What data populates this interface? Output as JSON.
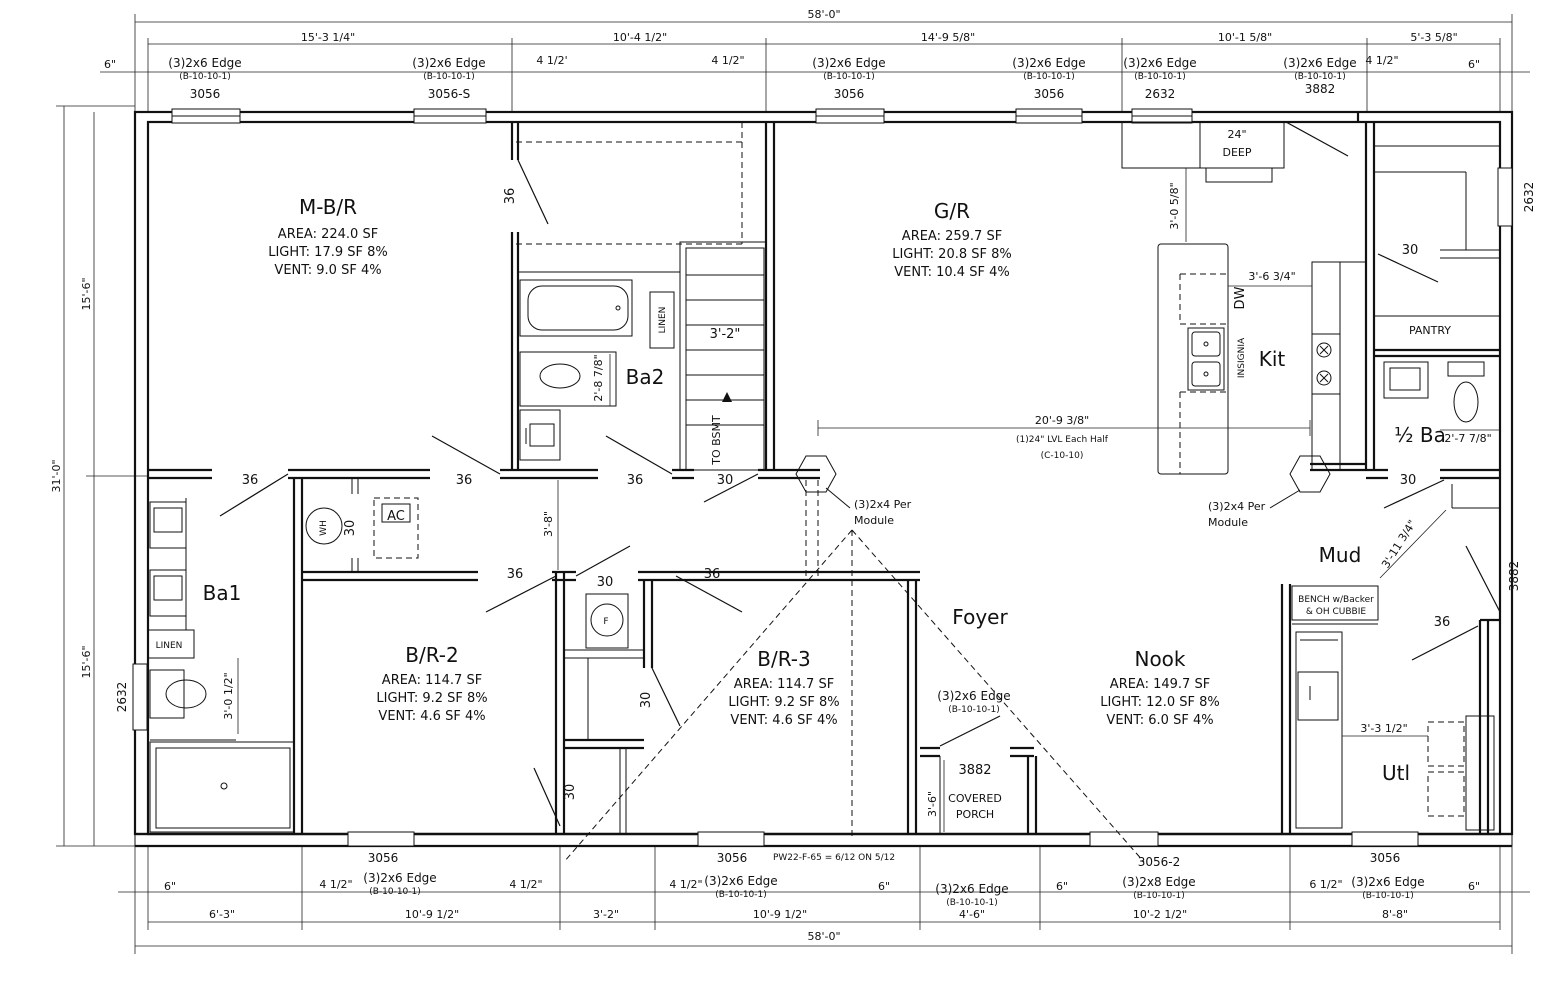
{
  "overall": {
    "width_top": "58'-0\"",
    "width_bottom": "58'-0\"",
    "depth": "31'-0\"",
    "depth_upper": "15'-6\"",
    "depth_lower": "15'-6\""
  },
  "top_dims": {
    "seg1": "15'-3 1/4\"",
    "seg2": "10'-4 1/2\"",
    "seg3": "14'-9 5/8\"",
    "seg4": "10'-1 5/8\"",
    "seg5": "5'-3 5/8\"",
    "off_left": "6\"",
    "off_a": "4 1/2'",
    "off_b": "4 1/2\"",
    "off_c": "4 1/2\"",
    "off_right": "6\""
  },
  "bottom_dims": {
    "seg1": "6'-3\"",
    "seg2": "10'-9 1/2\"",
    "seg3": "3'-2\"",
    "seg4": "10'-9 1/2\"",
    "seg5": "4'-6\"",
    "seg6": "10'-2 1/2\"",
    "seg7": "8'-8\"",
    "o1": "6\"",
    "o2": "4 1/2\"",
    "o3": "4 1/2\"",
    "o4": "4 1/2\"",
    "o5": "6\"",
    "o6": "6\"",
    "o7": "6 1/2\"",
    "o8": "6\""
  },
  "headers": {
    "edge_2x6": "(3)2x6 Edge",
    "edge_2x8": "(3)2x8 Edge",
    "callout": "(B-10-10-1)"
  },
  "windows": {
    "w3056": "3056",
    "w3056s": "3056-S",
    "w3056_2": "3056-2",
    "w2632": "2632",
    "w3882": "3882"
  },
  "rooms": {
    "mbr": {
      "name": "M-B/R",
      "area": "AREA:  224.0 SF",
      "light": "LIGHT: 17.9 SF 8%",
      "vent": "VENT:  9.0 SF 4%"
    },
    "gr": {
      "name": "G/R",
      "area": "AREA:  259.7 SF",
      "light": "LIGHT: 20.8 SF 8%",
      "vent": "VENT:  10.4 SF 4%"
    },
    "br2": {
      "name": "B/R-2",
      "area": "AREA:  114.7 SF",
      "light": "LIGHT: 9.2 SF 8%",
      "vent": "VENT:  4.6 SF 4%"
    },
    "br3": {
      "name": "B/R-3",
      "area": "AREA:  114.7 SF",
      "light": "LIGHT: 9.2 SF 8%",
      "vent": "VENT:  4.6 SF 4%"
    },
    "nook": {
      "name": "Nook",
      "area": "AREA:  149.7 SF",
      "light": "LIGHT: 12.0 SF 8%",
      "vent": "VENT:  6.0 SF 4%"
    },
    "ba1": "Ba1",
    "ba2": "Ba2",
    "kit": "Kit",
    "half_ba": "½ Ba",
    "mud": "Mud",
    "utl": "Utl",
    "foyer": "Foyer"
  },
  "labels": {
    "linen": "LINEN",
    "pantry": "PANTRY",
    "deep_24": "24\"",
    "deep_word": "DEEP",
    "dw": "DW",
    "insignia": "INSIGNIA",
    "wh": "WH",
    "ac": "AC",
    "to_bsmt": "TO BSMT",
    "covered": "COVERED",
    "porch": "PORCH",
    "bench1": "BENCH w/Backer",
    "bench2": "& OH CUBBIE",
    "per_module_a": "(3)2x4 Per",
    "per_module_b": "Module",
    "lvl_span": "20'-9 3/8\"",
    "lvl_desc": "(1)24\" LVL Each Half",
    "lvl_callout": "(C-10-10)",
    "roof_note": "PW22-F-65 = 6/12 ON 5/12"
  },
  "door_sizes": {
    "d36": "36",
    "d30": "30"
  },
  "interior_dims": {
    "stair": "3'-2\"",
    "ba2_depth": "2'-8 7/8\"",
    "ba1_wc": "3'-0 1/2\"",
    "hall": "3'-8\"",
    "kit_gap": "3'-0 5/8\"",
    "island": "3'-6 3/4\"",
    "half_ba": "2'-7 7/8\"",
    "mud_diag": "3'-11 3/4\"",
    "utl": "3'-3 1/2\"",
    "porch": "3'-6\""
  }
}
